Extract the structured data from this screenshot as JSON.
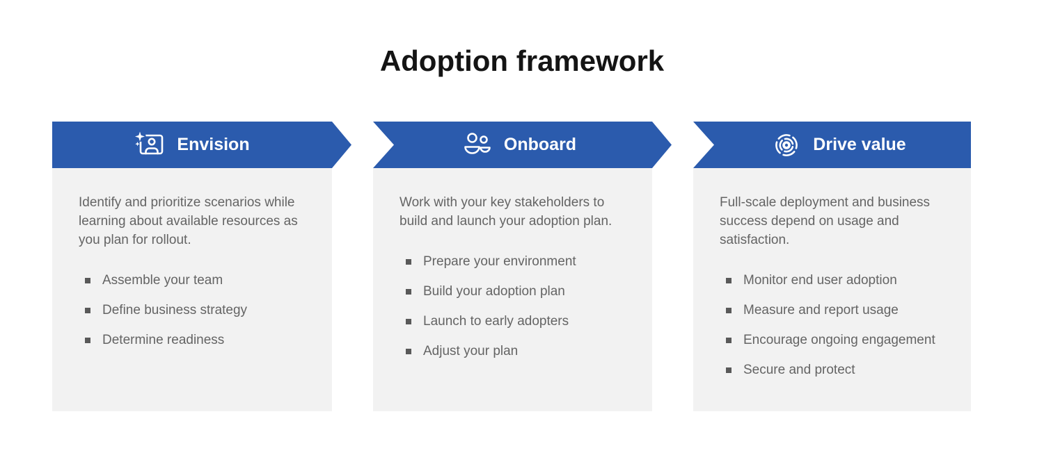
{
  "page": {
    "title": "Adoption framework"
  },
  "colors": {
    "accent_blue": "#2B5BAD",
    "panel_gray": "#F2F2F2",
    "body_text_gray": "#646464",
    "bullet_gray": "#595959",
    "title_black": "#141414",
    "header_text": "#FFFFFF"
  },
  "columns": [
    {
      "label": "Envision",
      "icon": "person-sparkle-frame-icon",
      "description": "Identify and prioritize scenarios while learning about available resources as you plan for rollout.",
      "bullets": [
        "Assemble your team",
        "Define business strategy",
        "Determine readiness"
      ]
    },
    {
      "label": "Onboard",
      "icon": "people-icon",
      "description": "Work with your key stakeholders to build and launch your adoption plan.",
      "bullets": [
        "Prepare your environment",
        "Build your adoption plan",
        "Launch to early adopters",
        "Adjust your plan"
      ]
    },
    {
      "label": "Drive value",
      "icon": "target-rings-icon",
      "description": "Full-scale deployment and business success depend on usage and satisfaction.",
      "bullets": [
        "Monitor end user adoption",
        "Measure and report usage",
        "Encourage ongoing engagement",
        "Secure and protect"
      ]
    }
  ]
}
